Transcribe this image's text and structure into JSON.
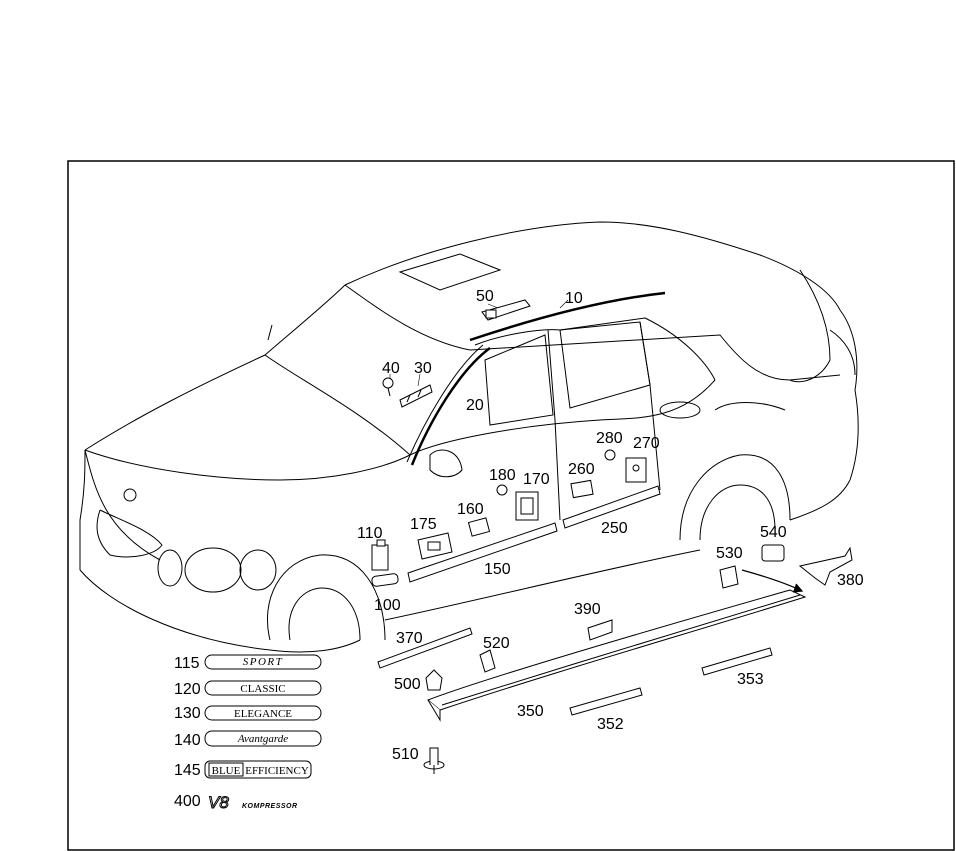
{
  "callouts": {
    "c10": "10",
    "c20": "20",
    "c30": "30",
    "c40": "40",
    "c50": "50",
    "c100": "100",
    "c110": "110",
    "c150": "150",
    "c160": "160",
    "c170": "170",
    "c175": "175",
    "c180": "180",
    "c250": "250",
    "c260": "260",
    "c270": "270",
    "c280": "280",
    "c350": "350",
    "c352": "352",
    "c353": "353",
    "c370": "370",
    "c380": "380",
    "c390": "390",
    "c500": "500",
    "c510": "510",
    "c520": "520",
    "c530": "530",
    "c540": "540"
  },
  "badges": {
    "b115": {
      "num": "115",
      "text": "SPORT"
    },
    "b120": {
      "num": "120",
      "text": "CLASSIC"
    },
    "b130": {
      "num": "130",
      "text": "ELEGANCE"
    },
    "b140": {
      "num": "140",
      "text": "Avantgarde"
    },
    "b145": {
      "num": "145",
      "text_a": "BLUE",
      "text_b": "EFFICIENCY"
    },
    "b400": {
      "num": "400",
      "text_a": "V8",
      "text_b": "KOMPRESSOR"
    }
  }
}
